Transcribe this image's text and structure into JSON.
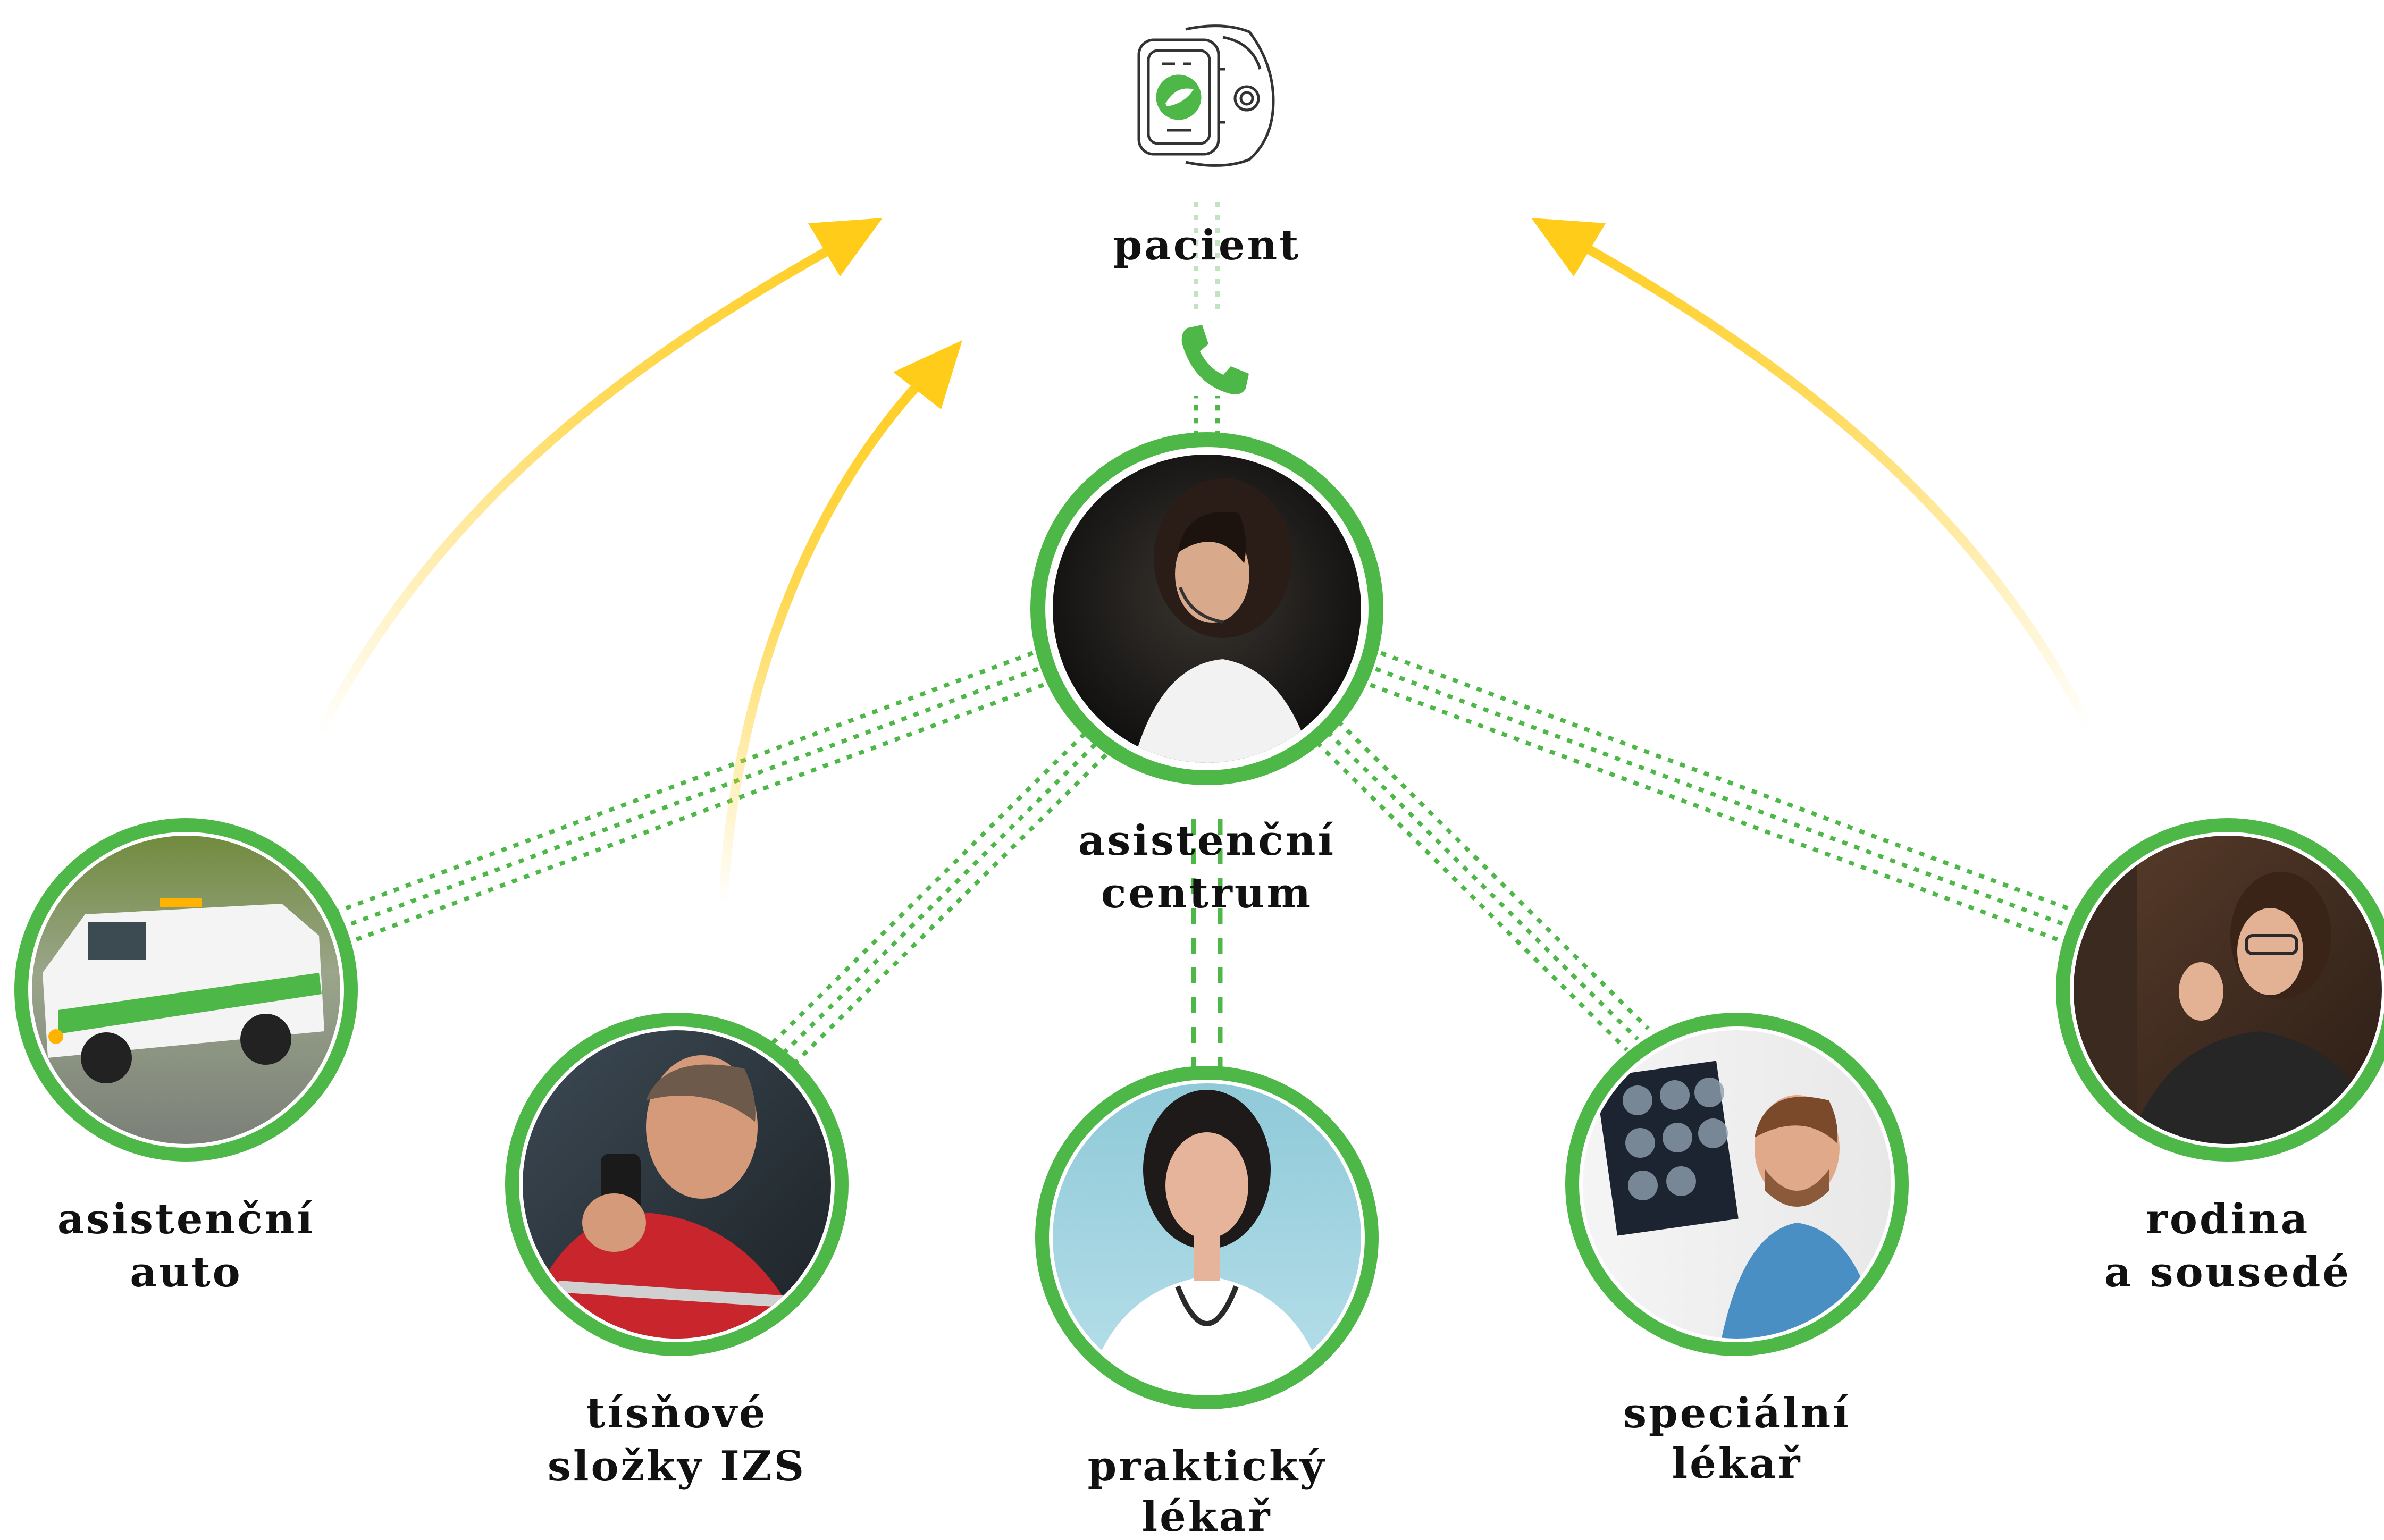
{
  "colors": {
    "green": "#4db848",
    "yellow": "#ffcc1a",
    "text": "#111111"
  },
  "patient": {
    "label": "pacient",
    "device_icon": "smartwatch-icon",
    "call_icon": "phone-icon"
  },
  "center": {
    "line1": "asistenční",
    "line2": "centrum",
    "photo": "operator-with-headset"
  },
  "nodes": [
    {
      "id": "auto",
      "line1": "asistenční",
      "line2": "auto",
      "photo": "assistance-van"
    },
    {
      "id": "izs",
      "line1": "tísňové",
      "line2": "složky IZS",
      "photo": "paramedic-with-radio"
    },
    {
      "id": "gp",
      "line1": "praktický",
      "line2": "lékař",
      "photo": "female-doctor"
    },
    {
      "id": "specialist",
      "line1": "speciální",
      "line2": "lékař",
      "photo": "doctor-with-xray"
    },
    {
      "id": "family",
      "line1": "rodina",
      "line2": "a sousedé",
      "photo": "woman-on-phone"
    }
  ]
}
